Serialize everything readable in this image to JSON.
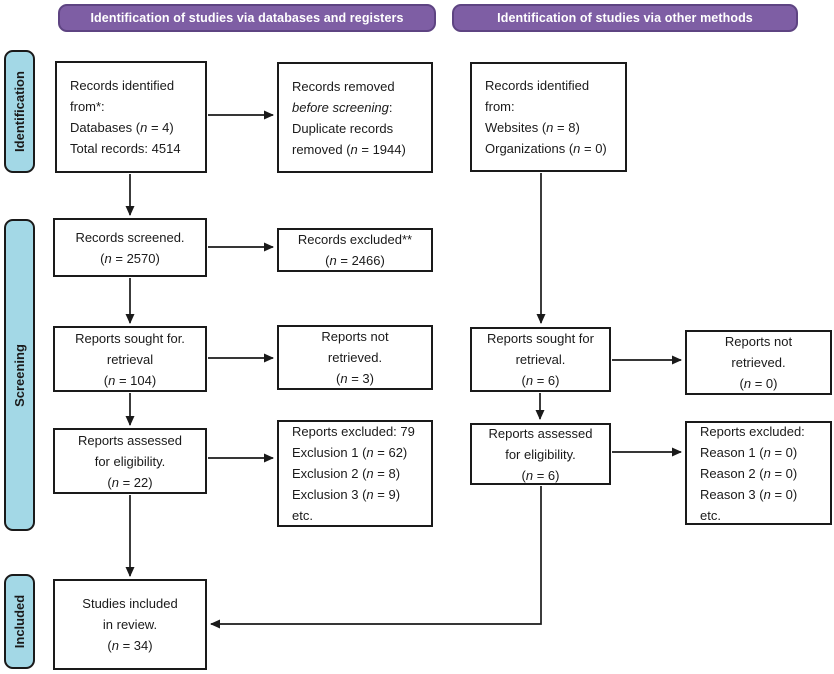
{
  "headers": [
    {
      "label": "Identification of studies via databases and registers"
    },
    {
      "label": "Identification of studies via other methods"
    }
  ],
  "stages": [
    {
      "label": "Identification"
    },
    {
      "label": "Screening"
    },
    {
      "label": "Included"
    }
  ],
  "boxes": {
    "db_identified": {
      "lines": [
        "Records identified",
        "from*:",
        "Databases (_n_ = 4)",
        "Total records: 4514"
      ]
    },
    "db_removed": {
      "lines": [
        "Records removed",
        "_before screening_:",
        "Duplicate records",
        "removed (_n_ = 1944)"
      ]
    },
    "db_screened": {
      "lines": [
        "Records screened.",
        "(_n_ = 2570)"
      ]
    },
    "db_excluded": {
      "lines": [
        "Records excluded**",
        "(_n_ = 2466)"
      ]
    },
    "db_sought": {
      "lines": [
        "Reports sought for.",
        "retrieval",
        "(_n_ = 104)"
      ]
    },
    "db_not_retrieved": {
      "lines": [
        "Reports not",
        "retrieved.",
        "(_n_ = 3)"
      ]
    },
    "db_assessed": {
      "lines": [
        "Reports assessed",
        "for eligibility.",
        "(_n_ = 22)"
      ]
    },
    "db_reports_excluded": {
      "lines": [
        "Reports excluded: 79",
        "Exclusion 1 (_n_ = 62)",
        "Exclusion 2 (_n_ = 8)",
        "Exclusion 3 (_n_ = 9)",
        "etc."
      ]
    },
    "other_identified": {
      "lines": [
        "Records identified",
        "from:",
        "Websites (_n_ = 8)",
        "Organizations (_n_ = 0)"
      ]
    },
    "other_sought": {
      "lines": [
        "Reports sought for",
        "retrieval.",
        "(_n_ = 6)"
      ]
    },
    "other_not_retrieved": {
      "lines": [
        "Reports not",
        "retrieved.",
        "(_n_ = 0)"
      ]
    },
    "other_assessed": {
      "lines": [
        "Reports assessed",
        "for eligibility.",
        "(_n_ = 6)"
      ]
    },
    "other_reports_excluded": {
      "lines": [
        "Reports excluded:",
        "Reason 1 (_n_ = 0)",
        "Reason 2 (_n_ = 0)",
        "Reason 3 (_n_ = 0)",
        "etc."
      ]
    },
    "included_studies": {
      "lines": [
        "Studies included",
        "in review.",
        "(_n_ = 34)"
      ]
    }
  },
  "colors": {
    "banner_fill": "#7e5ea4",
    "banner_border": "#5e4482",
    "banner_text": "#ffffff",
    "stage_fill": "#a3d8e6",
    "line": "#1a1a1a"
  }
}
